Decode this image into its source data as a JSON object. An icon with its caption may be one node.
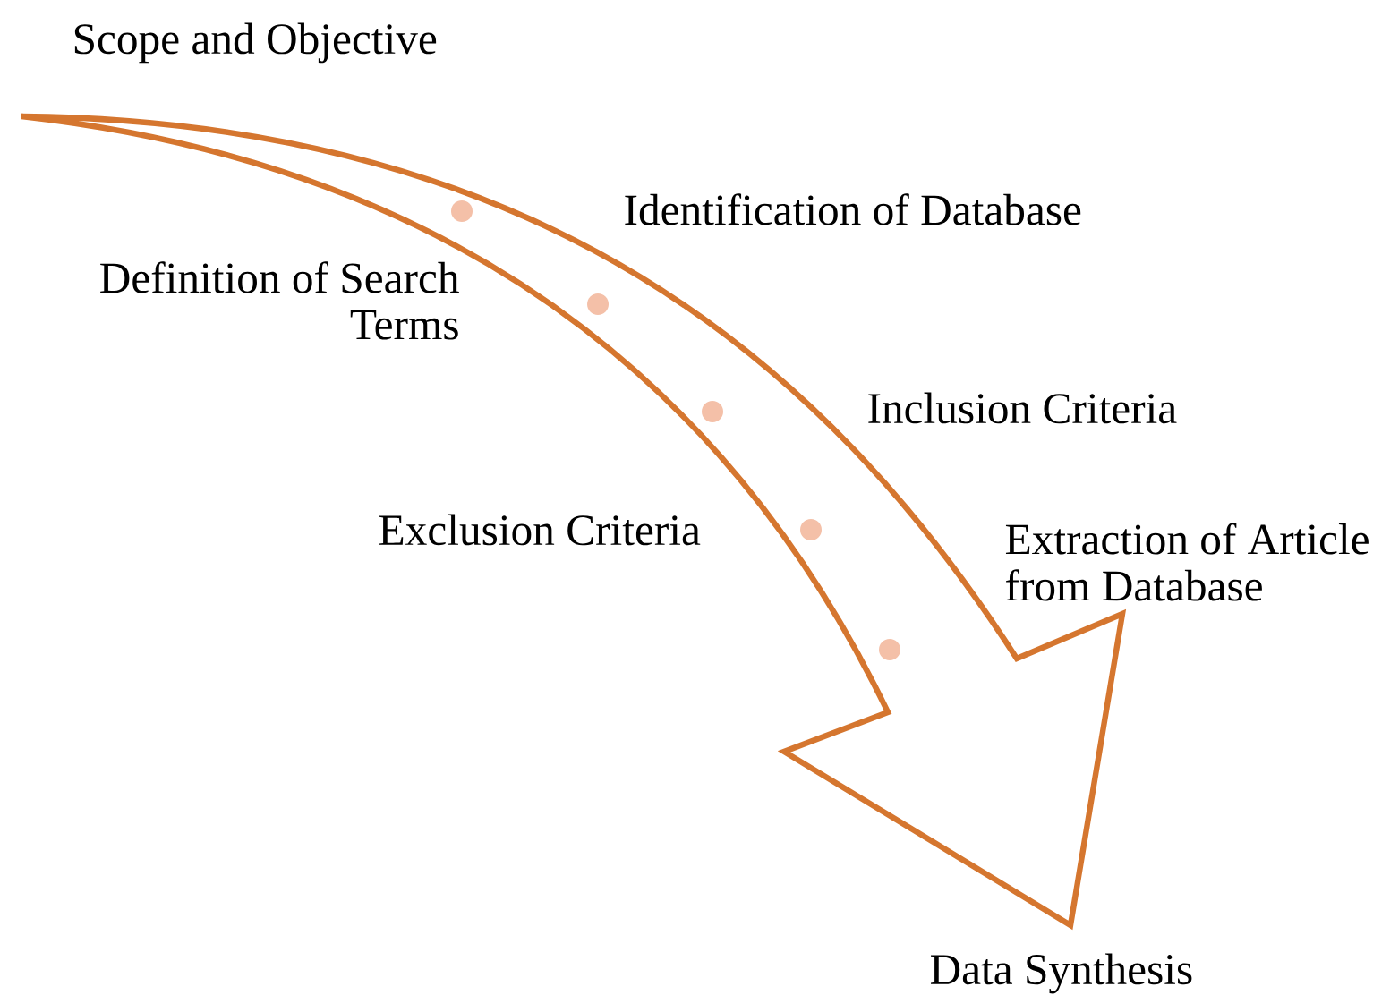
{
  "diagram": {
    "labels": [
      "Scope and Objective",
      "Identification of Database",
      "Definition of Search Terms",
      "Inclusion Criteria",
      "Exclusion Criteria",
      "Extraction of Article from Database",
      "Data Synthesis"
    ]
  }
}
